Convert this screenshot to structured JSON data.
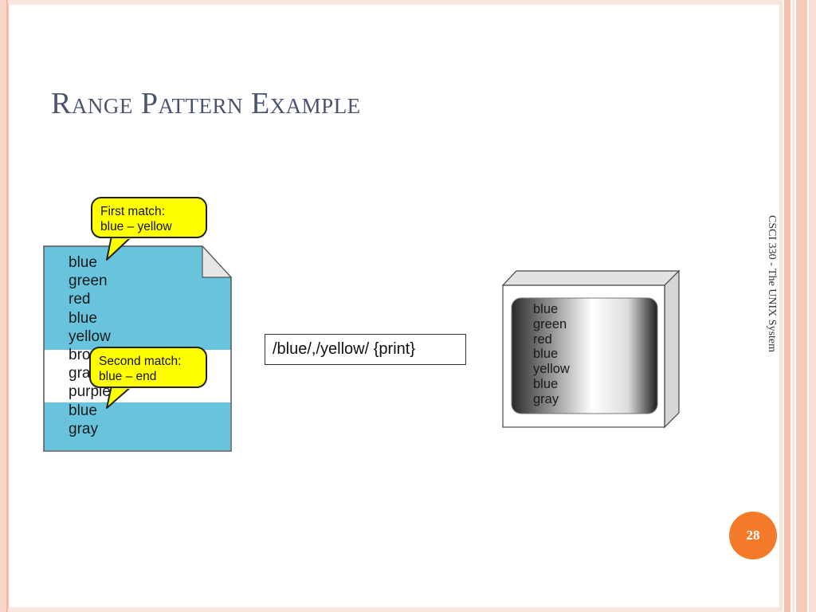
{
  "slide": {
    "title": "Range Pattern Example",
    "side_label": "CSCI 330 - The UNIX System",
    "page_number": "28"
  },
  "input_file": {
    "lines": [
      "blue",
      "green",
      "red",
      "blue",
      "yellow",
      "brown",
      "gray",
      "purple",
      "blue",
      "gray"
    ]
  },
  "callouts": {
    "first": {
      "line1": "First match:",
      "line2": "blue –  yellow"
    },
    "second": {
      "line1": "Second match:",
      "line2": "blue –  end"
    }
  },
  "command": "/blue/,/yellow/ {print}",
  "output_screen": {
    "lines": [
      "blue",
      "green",
      "red",
      "blue",
      "yellow",
      "blue",
      "gray"
    ]
  },
  "colors": {
    "match_highlight": "#67c4dc",
    "callout_fill": "#ffff00",
    "title": "#4a5470",
    "page_badge": "#f47a2a",
    "frame_accent": "#f2b6a0"
  }
}
